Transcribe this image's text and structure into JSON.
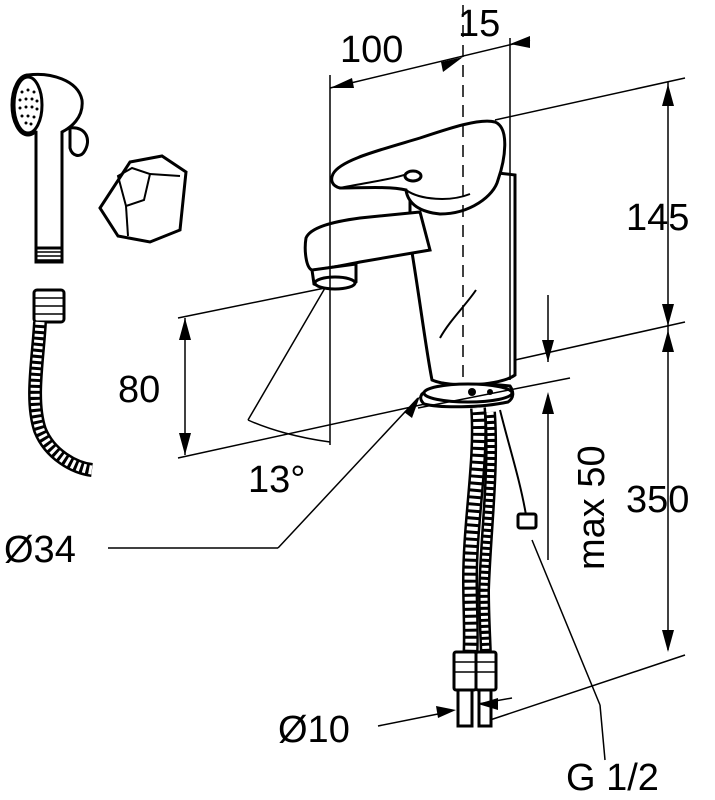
{
  "dimensions": {
    "spout_reach": "100",
    "offset": "15",
    "handle_height": "145",
    "outlet_height": "80",
    "spray_angle": "13°",
    "base_diameter": "Ø34",
    "max_deck_thickness": "max 50",
    "hose_length": "350",
    "supply_diameter": "Ø10",
    "connection_thread": "G 1/2"
  }
}
